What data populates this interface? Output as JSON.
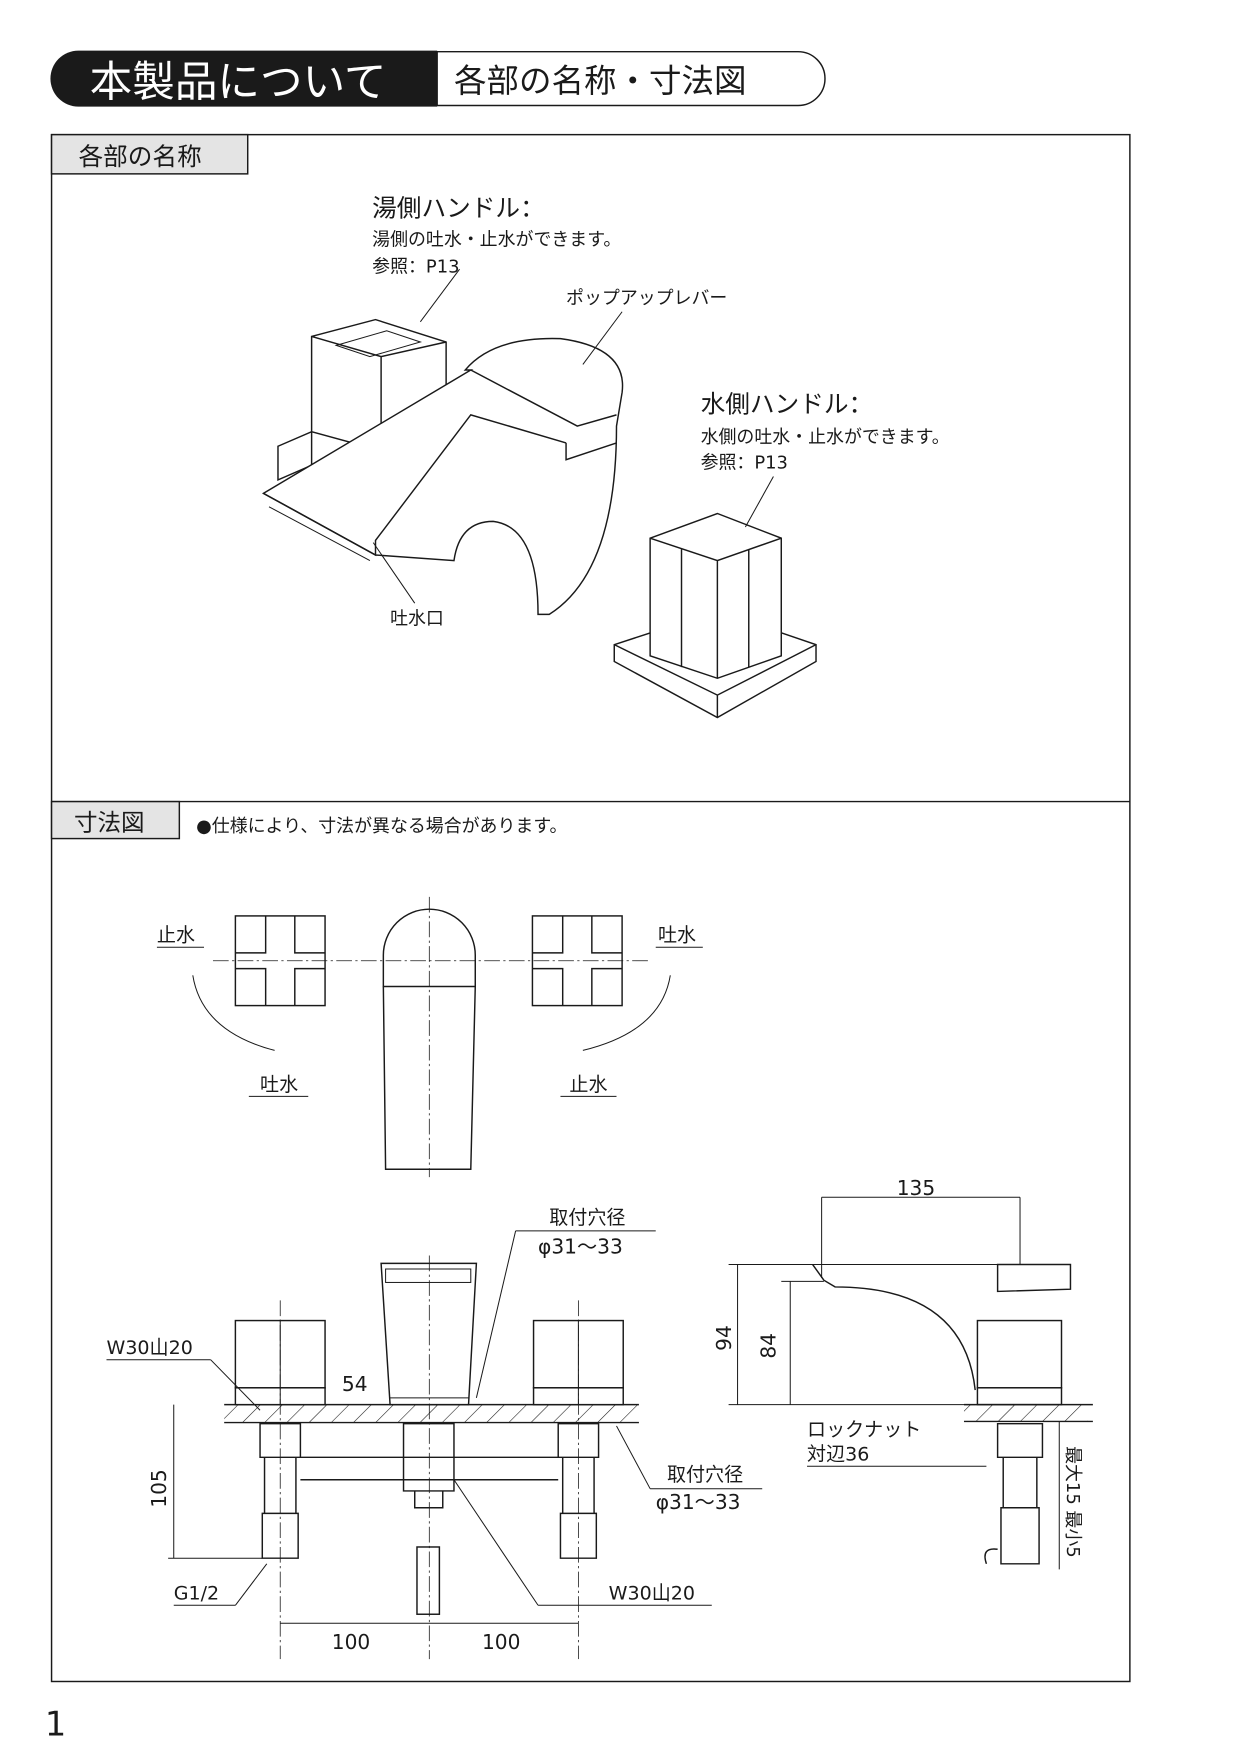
{
  "header": {
    "title": "本製品について",
    "subtitle": "各部の名称・寸法図"
  },
  "parts_section": {
    "label": "各部の名称",
    "hot_handle": {
      "title": "湯側ハンドル：",
      "desc": "湯側の吐水・止水ができます。",
      "ref": "参照：P13"
    },
    "popup_lever": "ポップアップレバー",
    "cold_handle": {
      "title": "水側ハンドル：",
      "desc": "水側の吐水・止水ができます。",
      "ref": "参照：P13"
    },
    "spout": "吐水口"
  },
  "dimension_section": {
    "label": "寸法図",
    "note": "●仕様により、寸法が異なる場合があります。",
    "top_view": {
      "left_stop": "止水",
      "left_flow": "吐水",
      "right_flow": "吐水",
      "right_stop": "止水"
    },
    "front_view": {
      "hole_label_top": "取付穴径",
      "hole_value_top": "φ31～33",
      "thread_left": "W30山20",
      "dim_54": "54",
      "dim_105": "105",
      "hole_label_right": "取付穴径",
      "hole_value_right": "φ31～33",
      "g_thread": "G1/2",
      "thread_center": "W30山20",
      "dim_100_left": "100",
      "dim_100_right": "100"
    },
    "side_view": {
      "dim_135": "135",
      "dim_94": "94",
      "dim_84": "84",
      "locknut": "ロックナット",
      "locknut_size": "対辺36",
      "thickness": "最大15 最小5"
    }
  },
  "page_number": "1"
}
